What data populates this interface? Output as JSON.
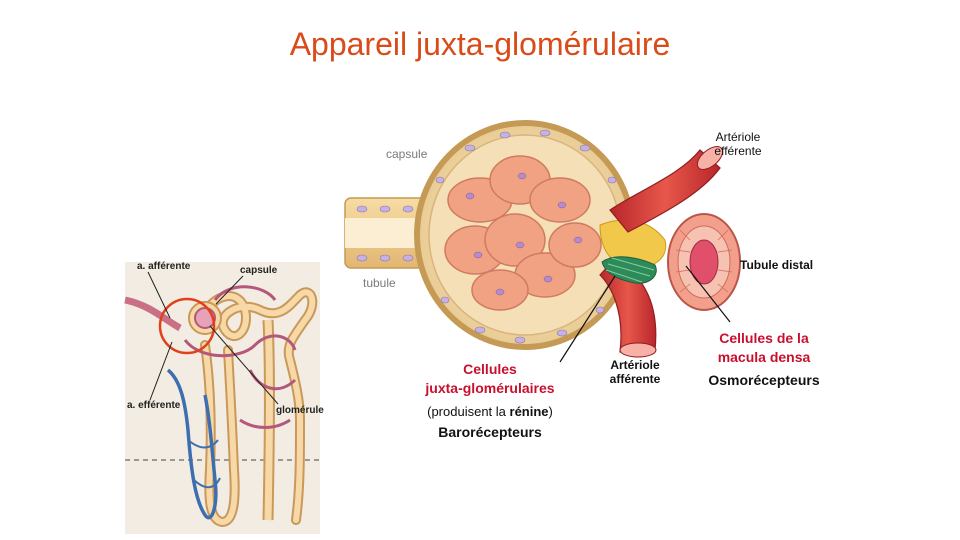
{
  "slide": {
    "title": "Appareil juxta-glomérulaire"
  },
  "left_diagram": {
    "labels": {
      "afferent": "a. afférente",
      "capsule": "capsule",
      "efferent": "a. efférente",
      "glomerule": "glomérule"
    }
  },
  "right_diagram": {
    "labels": {
      "capsule": "capsule",
      "tubule": "tubule",
      "arteriole_efferente_line1": "Artériole",
      "arteriole_efferente_line2": "efférente",
      "tubule_distal": "Tubule distal",
      "arteriole_afferente_line1": "Artériole",
      "arteriole_afferente_line2": "afférente"
    },
    "callouts": {
      "jg_cells_line1": "Cellules",
      "jg_cells_line2": "juxta-glomérulaires",
      "renine_open": "(produisent  la ",
      "renine_word": "rénine",
      "renine_close": ")",
      "baro": "Barorécepteurs",
      "macula_line1": "Cellules de la",
      "macula_line2": "macula densa",
      "osmo": "Osmorécepteurs"
    }
  },
  "colors": {
    "title": "#d94c1a",
    "callout_red": "#c8102e",
    "vessel_red": "#d9433a",
    "vessel_blue": "#3d6fb0",
    "tubule_tan": "#f2c98a",
    "macula_pink": "#e0506a",
    "jg_green": "#2f8a5a"
  }
}
